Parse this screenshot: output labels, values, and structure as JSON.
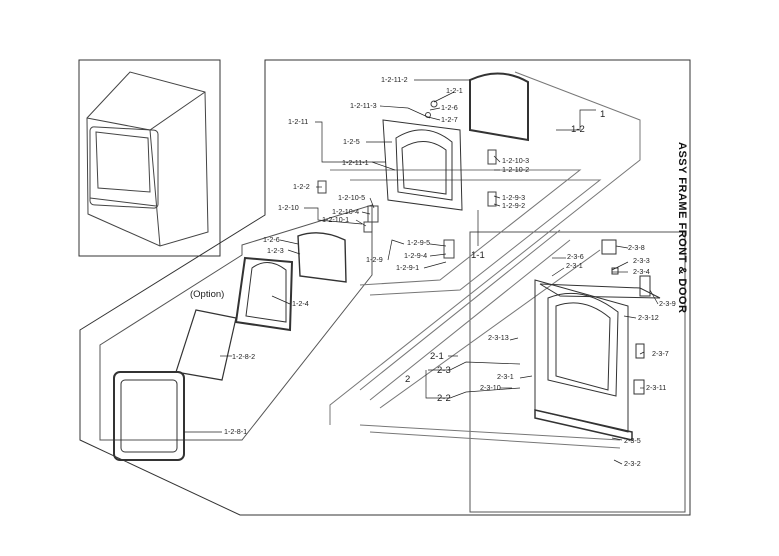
{
  "title": "ASSY FRAME FRONT & DOOR",
  "option_label": "(Option)",
  "parts": {
    "p_1_2_11_2": "1-2-11-2",
    "p_1_2_1": "1-2-1",
    "p_1_2_11_3": "1-2-11-3",
    "p_1_2_6a": "1-2-6",
    "p_1_2_7": "1-2-7",
    "p_1_2_11": "1-2-11",
    "p_1_2_5": "1-2-5",
    "p_1_2_11_1": "1-2-11-1",
    "p_1_2_10_3": "1-2-10-3",
    "p_1_2_10_2": "1-2-10-2",
    "p_1_2_2": "1-2-2",
    "p_1_2_10_5": "1-2-10-5",
    "p_1_2_10": "1-2-10",
    "p_1_2_10_4": "1-2-10-4",
    "p_1_2_10_1": "1-2-10-1",
    "p_1_2_9_3": "1-2-9-3",
    "p_1_2_9_2": "1-2-9-2",
    "p_1_2_9_5": "1-2-9-5",
    "p_1_2_9": "1-2-9",
    "p_1_2_9_4": "1-2-9-4",
    "p_1_2_9_1": "1-2-9-1",
    "p_1_2": "1-2",
    "p_1": "1",
    "p_1_1": "1-1",
    "p_1_2_6b": "1-2-6",
    "p_1_2_3": "1-2-3",
    "p_1_2_4": "1-2-4",
    "p_1_2_8_2": "1-2-8-2",
    "p_1_2_8_1": "1-2-8-1",
    "p_2_3_8": "2-3-8",
    "p_2_3_6": "2-3-6",
    "p_2_3_3": "2-3-3",
    "p_2_3_1": "2-3-1",
    "p_2_3_4": "2-3-4",
    "p_2_3_9": "2-3-9",
    "p_2_3_12": "2-3-12",
    "p_2_3_13": "2-3-13",
    "p_2_1": "2-1",
    "p_2_3_7": "2-3-7",
    "p_2": "2",
    "p_2_3": "2-3",
    "p_2_3_1b": "2-3-1",
    "p_2_3_10": "2-3-10",
    "p_2_3_11": "2-3-11",
    "p_2_2": "2-2",
    "p_2_3_5": "2-3-5",
    "p_2_3_2": "2-3-2"
  }
}
